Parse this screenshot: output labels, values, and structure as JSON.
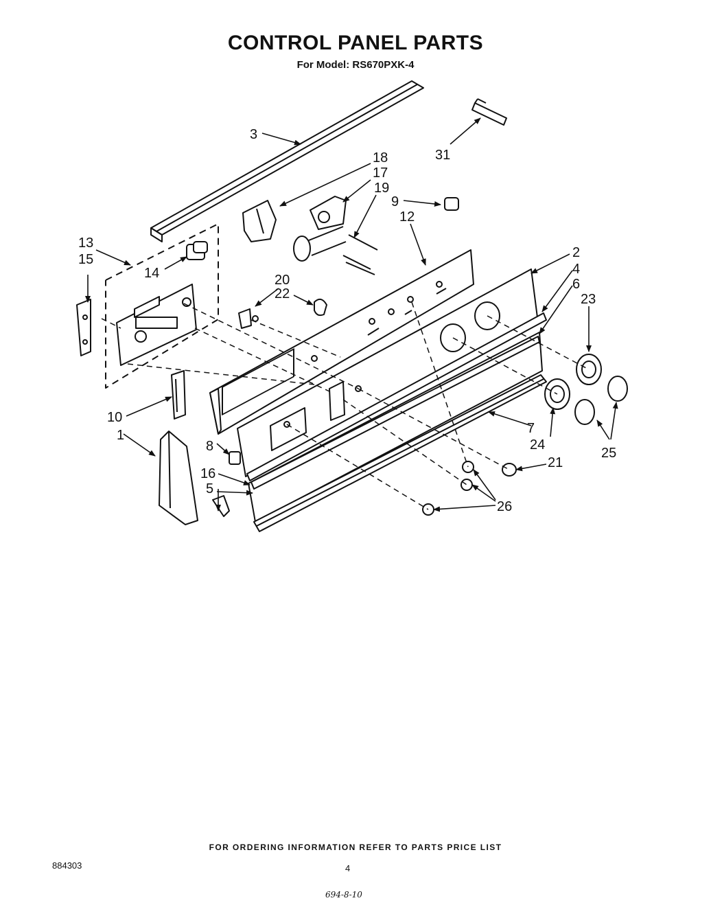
{
  "header": {
    "title": "CONTROL PANEL PARTS",
    "model_line": "For Model: RS670PXK-4"
  },
  "callouts": {
    "c1": "1",
    "c2": "2",
    "c3": "3",
    "c4": "4",
    "c5": "5",
    "c6": "6",
    "c7": "7",
    "c8": "8",
    "c9": "9",
    "c10": "10",
    "c12": "12",
    "c13": "13",
    "c14": "14",
    "c15": "15",
    "c16": "16",
    "c17": "17",
    "c18": "18",
    "c19": "19",
    "c20": "20",
    "c21": "21",
    "c22": "22",
    "c23": "23",
    "c24": "24",
    "c25": "25",
    "c26": "26",
    "c31": "31"
  },
  "footer": {
    "ordering_note": "FOR ORDERING INFORMATION REFER TO PARTS PRICE LIST",
    "document_number": "884303",
    "page_number": "4",
    "handwritten_code": "694-8-10"
  }
}
